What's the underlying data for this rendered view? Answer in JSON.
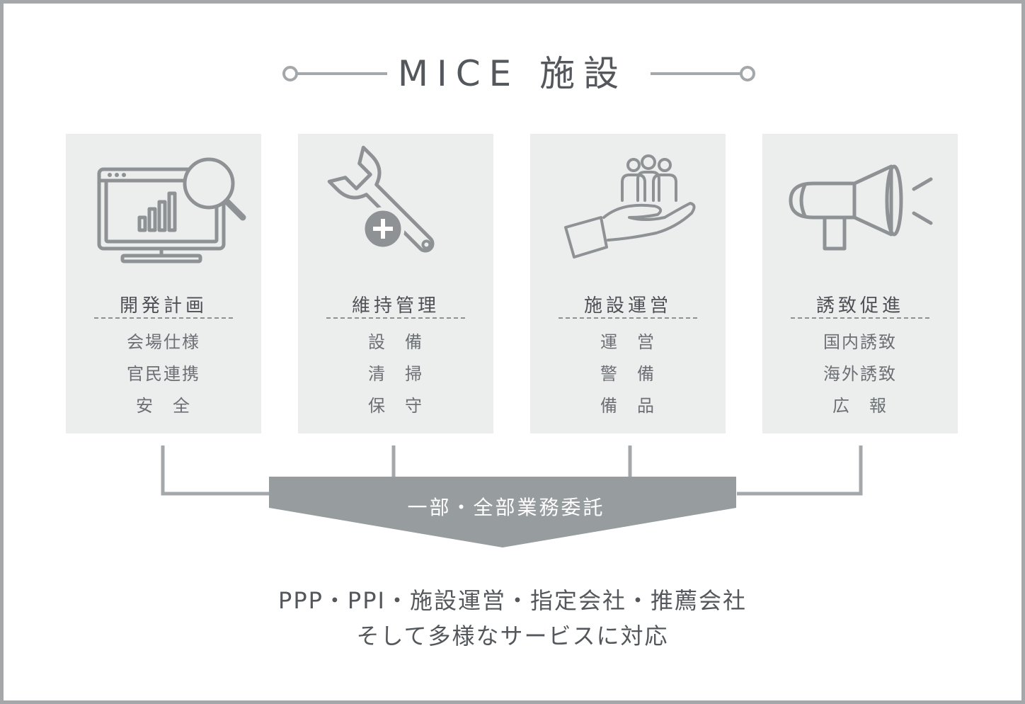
{
  "title": "MICE 施設",
  "cards": [
    {
      "title": "開発計画",
      "icon": "monitor-chart-magnifier-icon",
      "items": [
        "会場仕様",
        "官民連携",
        "安　全"
      ]
    },
    {
      "title": "維持管理",
      "icon": "wrench-plus-icon",
      "items": [
        "設　備",
        "清　掃",
        "保　守"
      ]
    },
    {
      "title": "施設運営",
      "icon": "hand-people-icon",
      "items": [
        "運　営",
        "警　備",
        "備　品"
      ]
    },
    {
      "title": "誘致促進",
      "icon": "megaphone-icon",
      "items": [
        "国内誘致",
        "海外誘致",
        "広　報"
      ]
    }
  ],
  "banner": "一部・全部業務委託",
  "footer": {
    "line1": "PPP・PPI・施設運営・指定会社・推薦会社",
    "line2": "そして多様なサービスに対応"
  },
  "colors": {
    "card_bg": "#eceeee",
    "line_gray": "#a4a8ab",
    "icon_gray": "#8e9295",
    "banner_gray": "#979c9f",
    "text_dark": "#54585c"
  }
}
